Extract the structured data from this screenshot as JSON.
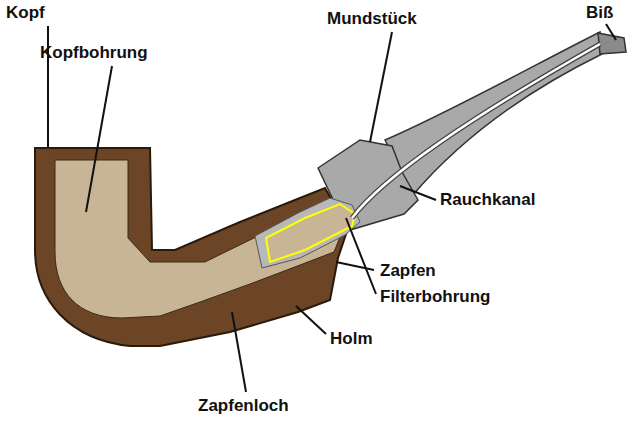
{
  "diagram": {
    "labels": [
      "Kopf",
      "Kopfbohrung",
      "Mundstück",
      "Biß",
      "Rauchkanal",
      "Zapfen",
      "Filterbohrung",
      "Holm",
      "Zapfenloch"
    ]
  }
}
